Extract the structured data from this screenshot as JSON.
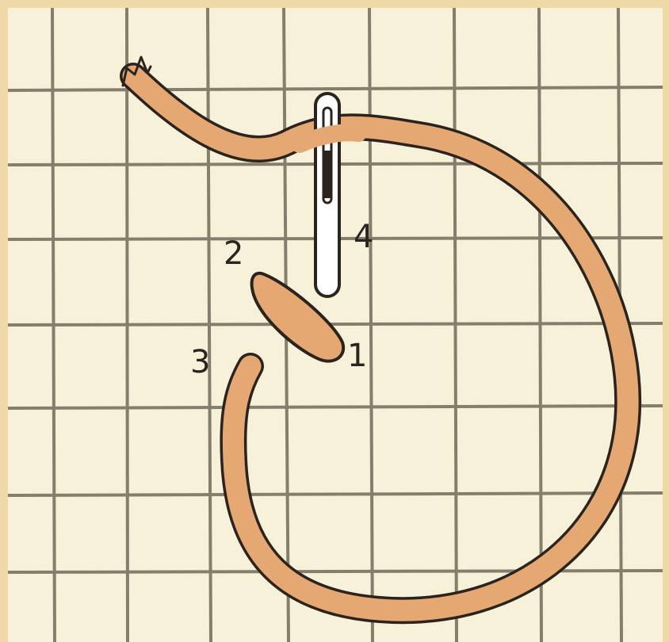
{
  "diagram": {
    "colors": {
      "page_border": "#efd9a6",
      "paper": "#f7f1d9",
      "grid_line": "#857e6c",
      "thread_fill": "#e6a873",
      "thread_outline": "#2b231d",
      "needle_fill": "#ffffff",
      "needle_outline": "#2b231d"
    },
    "icons": {
      "needle": "needle-icon",
      "thread": "thread-strand"
    },
    "step_labels": {
      "one": "1",
      "two": "2",
      "three": "3",
      "four": "4"
    }
  }
}
